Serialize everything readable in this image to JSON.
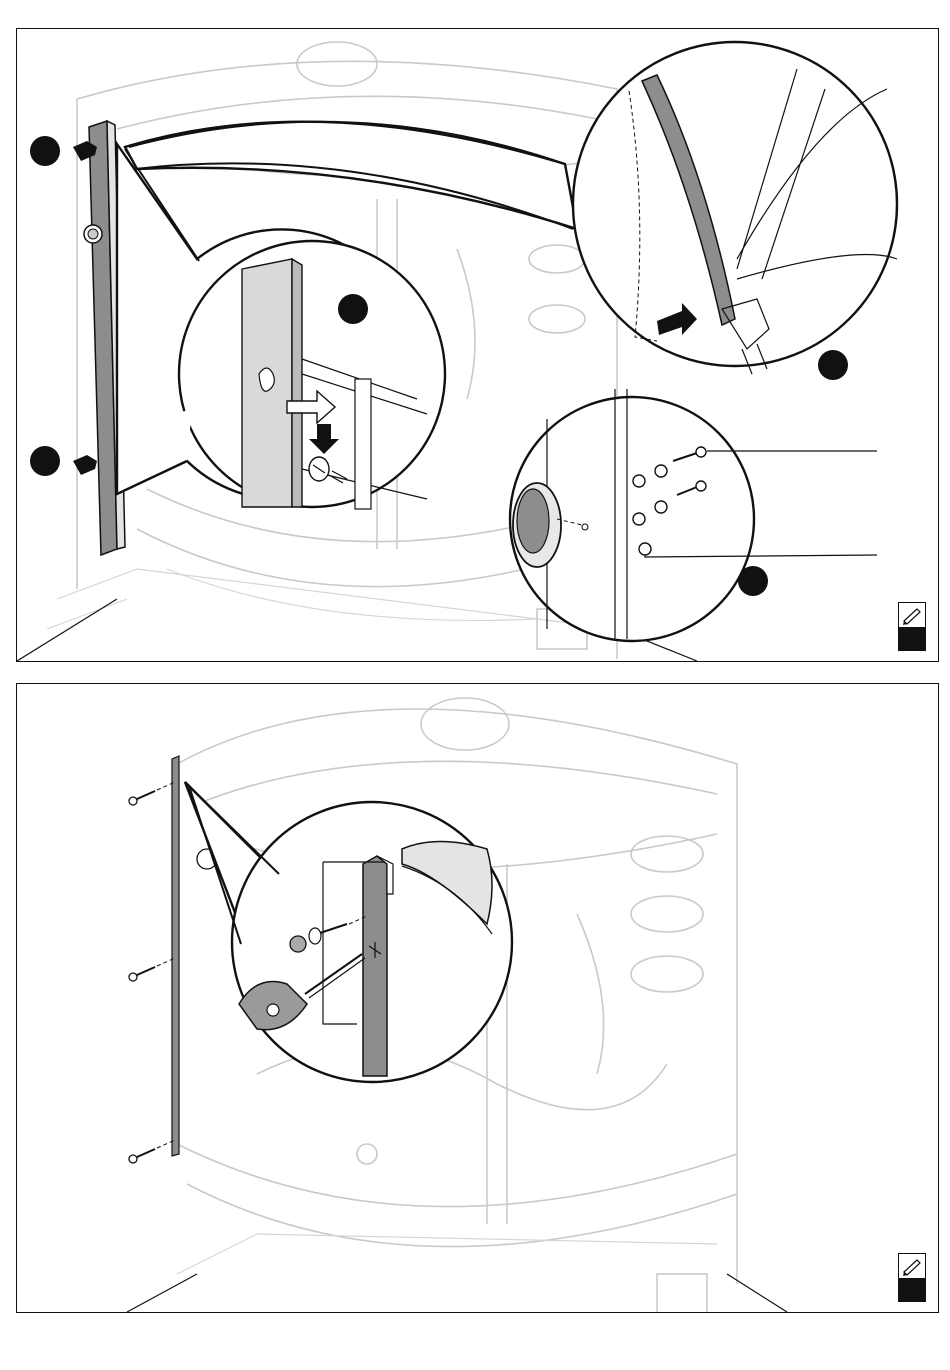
{
  "figure": {
    "panels": [
      {
        "id": "top",
        "step_markers": 5,
        "description_icons": [
          "pencil-icon"
        ]
      },
      {
        "id": "bottom",
        "step_markers": 0,
        "description_icons": [
          "pencil-icon"
        ]
      }
    ]
  },
  "colors": {
    "ink": "#111111",
    "profile_fill": "#8d8d8d",
    "ghost_line": "#c9c9c9",
    "highlight_fill": "#e4e4e4"
  }
}
